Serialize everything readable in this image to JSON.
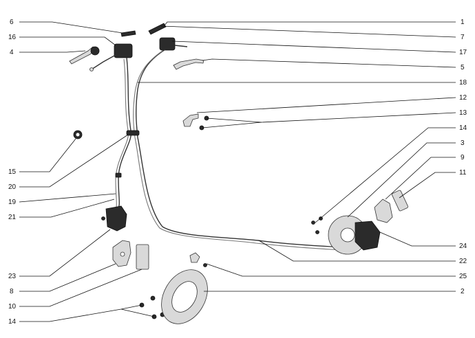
{
  "diagram": {
    "callouts": [
      {
        "id": "c6",
        "text": "6"
      },
      {
        "id": "c16",
        "text": "16"
      },
      {
        "id": "c4",
        "text": "4"
      },
      {
        "id": "c1",
        "text": "1"
      },
      {
        "id": "c7",
        "text": "7"
      },
      {
        "id": "c17",
        "text": "17"
      },
      {
        "id": "c5",
        "text": "5"
      },
      {
        "id": "c18",
        "text": "18"
      },
      {
        "id": "c12",
        "text": "12"
      },
      {
        "id": "c13",
        "text": "13"
      },
      {
        "id": "c14a",
        "text": "14"
      },
      {
        "id": "c3",
        "text": "3"
      },
      {
        "id": "c9",
        "text": "9"
      },
      {
        "id": "c11",
        "text": "11"
      },
      {
        "id": "c15",
        "text": "15"
      },
      {
        "id": "c20",
        "text": "20"
      },
      {
        "id": "c19",
        "text": "19"
      },
      {
        "id": "c21",
        "text": "21"
      },
      {
        "id": "c24",
        "text": "24"
      },
      {
        "id": "c22",
        "text": "22"
      },
      {
        "id": "c23",
        "text": "23"
      },
      {
        "id": "c25",
        "text": "25"
      },
      {
        "id": "c8",
        "text": "8"
      },
      {
        "id": "c10",
        "text": "10"
      },
      {
        "id": "c2",
        "text": "2"
      },
      {
        "id": "c14b",
        "text": "14"
      }
    ]
  }
}
